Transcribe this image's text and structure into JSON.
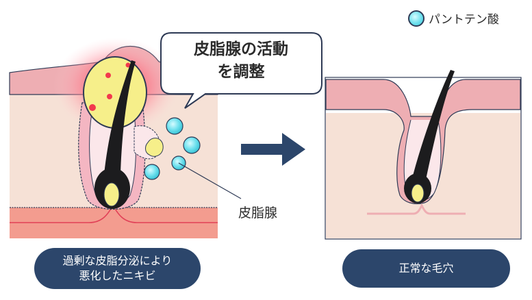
{
  "legend": {
    "icon": "pantothenic-acid-dot-icon",
    "label": "パントテン酸"
  },
  "speech_bubble": {
    "line1": "皮脂腺の活動",
    "line2": "を調整"
  },
  "sebaceous_gland_label": "皮脂腺",
  "captions": {
    "left": {
      "line1": "過剰な皮脂分泌により",
      "line2": "悪化したニキビ"
    },
    "right": "正常な毛穴"
  },
  "colors": {
    "navy": "#2c466b",
    "skin_pink": "#eeaeb3",
    "skin_beige": "#f6e1d6",
    "sebum_yellow": "#f6ef8a",
    "inflammation_red": "#f2394d",
    "pantothenic_cyan": "#6fe1ee"
  }
}
